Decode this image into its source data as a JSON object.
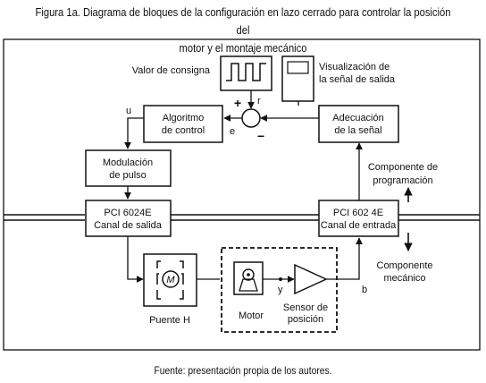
{
  "figure": {
    "title_line1": "Figura 1a. Diagrama de bloques de la configuración en lazo cerrado para controlar la posición del",
    "title_line2": "motor y el montaje mecánico",
    "source": "Fuente: presentación propia de los autores."
  },
  "labels": {
    "setpoint": "Valor de consigna",
    "display_line1": "Visualización de",
    "display_line2": "la señal de salida",
    "u": "u",
    "r": "r",
    "e": "e",
    "plus": "+",
    "minus": "−",
    "y": "y",
    "b": "b",
    "programming_line1": "Componente de",
    "programming_line2": "programación",
    "mechanical_line1": "Componente",
    "mechanical_line2": "mecánico",
    "motor_symbol": "M",
    "hbridge": "Puente H",
    "motor": "Motor",
    "sensor_line1": "Sensor de",
    "sensor_line2": "posición"
  },
  "blocks": {
    "control_algorithm": [
      "Algoritmo",
      "de control"
    ],
    "signal_conditioning": [
      "Adecuación",
      "de la señal"
    ],
    "pulse_modulation": [
      "Modulación",
      "de pulso"
    ],
    "pci_output": [
      "PCI 6024E",
      "Canal de salida"
    ],
    "pci_input": [
      "PCI 602 4E",
      "Canal de entrada"
    ]
  }
}
